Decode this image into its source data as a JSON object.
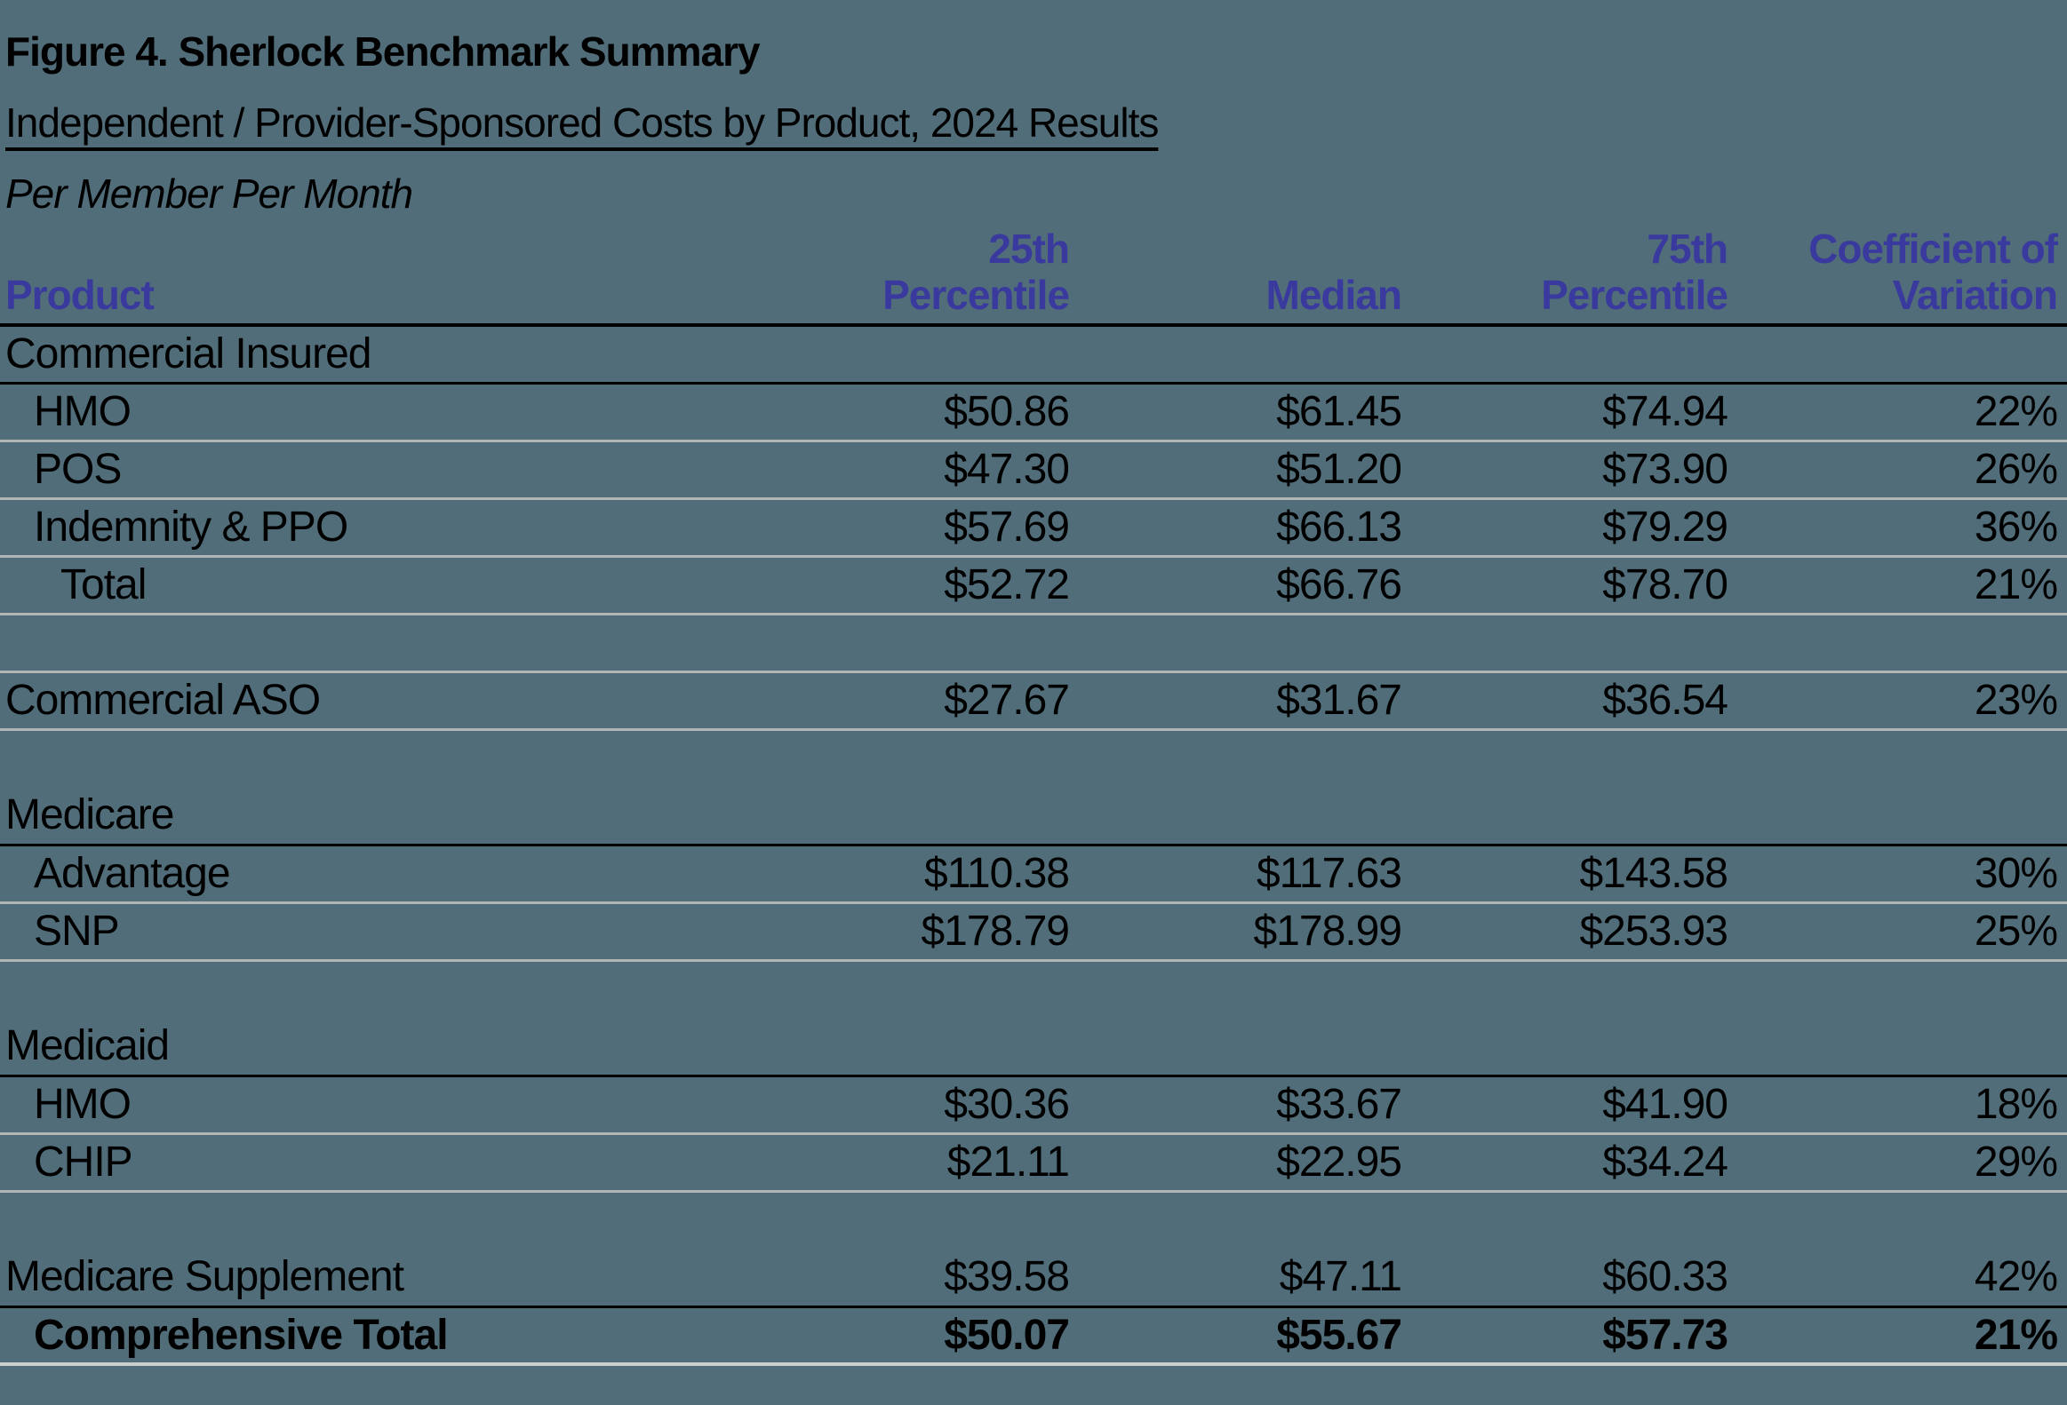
{
  "titles": {
    "title": "Figure 4. Sherlock Benchmark Summary",
    "subtitle": "Independent / Provider-Sponsored Costs by Product, 2024 Results",
    "unit": "Per Member Per Month"
  },
  "colors": {
    "background": "#506d79",
    "header_text": "#3a3a9e",
    "body_text": "#000000",
    "row_line_gray": "#b0b6b4",
    "row_line_black": "#000000",
    "bottom_line": "#c9cfcd"
  },
  "table": {
    "header": {
      "product": "Product",
      "p25_1": "25th",
      "p25_2": "Percentile",
      "median": "Median",
      "p75_1": "75th",
      "p75_2": "Percentile",
      "cov_1": "Coefficient of",
      "cov_2": "Variation"
    },
    "rows": [
      {
        "type": "section",
        "indent": 0,
        "label": "Commercial Insured",
        "p25": "",
        "median": "",
        "p75": "",
        "cov": "",
        "border": "black",
        "bold": false
      },
      {
        "type": "data",
        "indent": 1,
        "label": "HMO",
        "p25": "$50.86",
        "median": "$61.45",
        "p75": "$74.94",
        "cov": "22%",
        "border": "gray",
        "bold": false
      },
      {
        "type": "data",
        "indent": 1,
        "label": "POS",
        "p25": "$47.30",
        "median": "$51.20",
        "p75": "$73.90",
        "cov": "26%",
        "border": "gray",
        "bold": false
      },
      {
        "type": "data",
        "indent": 1,
        "label": "Indemnity & PPO",
        "p25": "$57.69",
        "median": "$66.13",
        "p75": "$79.29",
        "cov": "36%",
        "border": "gray",
        "bold": false
      },
      {
        "type": "data",
        "indent": 2,
        "label": "Total",
        "p25": "$52.72",
        "median": "$66.76",
        "p75": "$78.70",
        "cov": "21%",
        "border": "gray",
        "bold": false
      },
      {
        "type": "spacer",
        "indent": 0,
        "label": "",
        "p25": "",
        "median": "",
        "p75": "",
        "cov": "",
        "border": "gray",
        "bold": false
      },
      {
        "type": "data",
        "indent": 0,
        "label": "Commercial ASO",
        "p25": "$27.67",
        "median": "$31.67",
        "p75": "$36.54",
        "cov": "23%",
        "border": "gray",
        "bold": false
      },
      {
        "type": "spacer",
        "indent": 0,
        "label": "",
        "p25": "",
        "median": "",
        "p75": "",
        "cov": "",
        "border": "none",
        "bold": false
      },
      {
        "type": "section",
        "indent": 0,
        "label": "Medicare",
        "p25": "",
        "median": "",
        "p75": "",
        "cov": "",
        "border": "black",
        "bold": false
      },
      {
        "type": "data",
        "indent": 1,
        "label": "Advantage",
        "p25": "$110.38",
        "median": "$117.63",
        "p75": "$143.58",
        "cov": "30%",
        "border": "gray",
        "bold": false
      },
      {
        "type": "data",
        "indent": 1,
        "label": "SNP",
        "p25": "$178.79",
        "median": "$178.99",
        "p75": "$253.93",
        "cov": "25%",
        "border": "gray",
        "bold": false
      },
      {
        "type": "spacer",
        "indent": 0,
        "label": "",
        "p25": "",
        "median": "",
        "p75": "",
        "cov": "",
        "border": "none",
        "bold": false
      },
      {
        "type": "section",
        "indent": 0,
        "label": "Medicaid",
        "p25": "",
        "median": "",
        "p75": "",
        "cov": "",
        "border": "black",
        "bold": false
      },
      {
        "type": "data",
        "indent": 1,
        "label": "HMO",
        "p25": "$30.36",
        "median": "$33.67",
        "p75": "$41.90",
        "cov": "18%",
        "border": "gray",
        "bold": false
      },
      {
        "type": "data",
        "indent": 1,
        "label": "CHIP",
        "p25": "$21.11",
        "median": "$22.95",
        "p75": "$34.24",
        "cov": "29%",
        "border": "gray",
        "bold": false
      },
      {
        "type": "spacer",
        "indent": 0,
        "label": "",
        "p25": "",
        "median": "",
        "p75": "",
        "cov": "",
        "border": "none",
        "bold": false
      },
      {
        "type": "data",
        "indent": 0,
        "label": "Medicare Supplement",
        "p25": "$39.58",
        "median": "$47.11",
        "p75": "$60.33",
        "cov": "42%",
        "border": "black",
        "bold": false
      },
      {
        "type": "data",
        "indent": 1,
        "label": "Comprehensive Total",
        "p25": "$50.07",
        "median": "$55.67",
        "p75": "$57.73",
        "cov": "21%",
        "border": "final",
        "bold": true
      }
    ]
  },
  "chart_data": {
    "type": "table",
    "title": "Figure 4. Sherlock Benchmark Summary",
    "subtitle": "Independent / Provider-Sponsored Costs by Product, 2024 Results",
    "unit": "Per Member Per Month",
    "columns": [
      "Product",
      "25th Percentile",
      "Median",
      "75th Percentile",
      "Coefficient of Variation"
    ],
    "rows": [
      {
        "group": "Commercial Insured",
        "product": "HMO",
        "p25": 50.86,
        "median": 61.45,
        "p75": 74.94,
        "cov_pct": 22
      },
      {
        "group": "Commercial Insured",
        "product": "POS",
        "p25": 47.3,
        "median": 51.2,
        "p75": 73.9,
        "cov_pct": 26
      },
      {
        "group": "Commercial Insured",
        "product": "Indemnity & PPO",
        "p25": 57.69,
        "median": 66.13,
        "p75": 79.29,
        "cov_pct": 36
      },
      {
        "group": "Commercial Insured",
        "product": "Total",
        "p25": 52.72,
        "median": 66.76,
        "p75": 78.7,
        "cov_pct": 21
      },
      {
        "group": "",
        "product": "Commercial ASO",
        "p25": 27.67,
        "median": 31.67,
        "p75": 36.54,
        "cov_pct": 23
      },
      {
        "group": "Medicare",
        "product": "Advantage",
        "p25": 110.38,
        "median": 117.63,
        "p75": 143.58,
        "cov_pct": 30
      },
      {
        "group": "Medicare",
        "product": "SNP",
        "p25": 178.79,
        "median": 178.99,
        "p75": 253.93,
        "cov_pct": 25
      },
      {
        "group": "Medicaid",
        "product": "HMO",
        "p25": 30.36,
        "median": 33.67,
        "p75": 41.9,
        "cov_pct": 18
      },
      {
        "group": "Medicaid",
        "product": "CHIP",
        "p25": 21.11,
        "median": 22.95,
        "p75": 34.24,
        "cov_pct": 29
      },
      {
        "group": "",
        "product": "Medicare Supplement",
        "p25": 39.58,
        "median": 47.11,
        "p75": 60.33,
        "cov_pct": 42
      },
      {
        "group": "",
        "product": "Comprehensive Total",
        "p25": 50.07,
        "median": 55.67,
        "p75": 57.73,
        "cov_pct": 21
      }
    ]
  }
}
